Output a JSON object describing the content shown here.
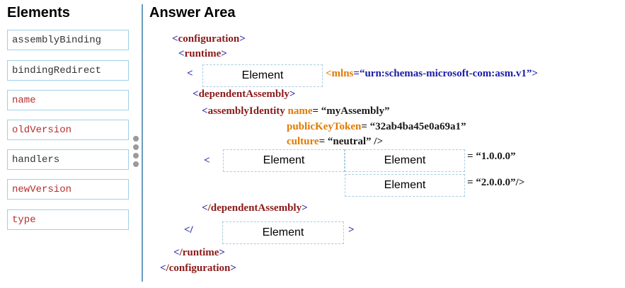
{
  "elements_panel": {
    "title": "Elements",
    "items": [
      "assemblyBinding",
      "bindingRedirect",
      "name",
      "oldVersion",
      "handlers",
      "newVersion",
      "type"
    ],
    "item_colors": [
      "#333333",
      "#333333",
      "#b33030",
      "#b33030",
      "#333333",
      "#b33030",
      "#b33030"
    ]
  },
  "answer_area": {
    "title": "Answer Area",
    "drop_label": "Element",
    "code": {
      "configuration_open": "configuration",
      "runtime_open": "runtime",
      "xmlns_attr": "<mlns",
      "xmlns_value": "=“urn:schemas-microsoft-com:asm.v1”",
      "dependent_open": "dependentAssembly",
      "identity_tag": "assemblyIdentity",
      "name_attr": "name",
      "name_value": "= “myAssembly”",
      "token_attr": "publicKeyToken",
      "token_value": "= “32ab4ba45e0a69a1”",
      "culture_attr": "culture",
      "culture_value": "= “neutral” />",
      "old_value": "= “1.0.0.0”",
      "new_value": "= “2.0.0.0”/>",
      "dependent_close": "/dependentAssembly",
      "runtime_close": "/runtime",
      "configuration_close": "/configuration"
    }
  }
}
